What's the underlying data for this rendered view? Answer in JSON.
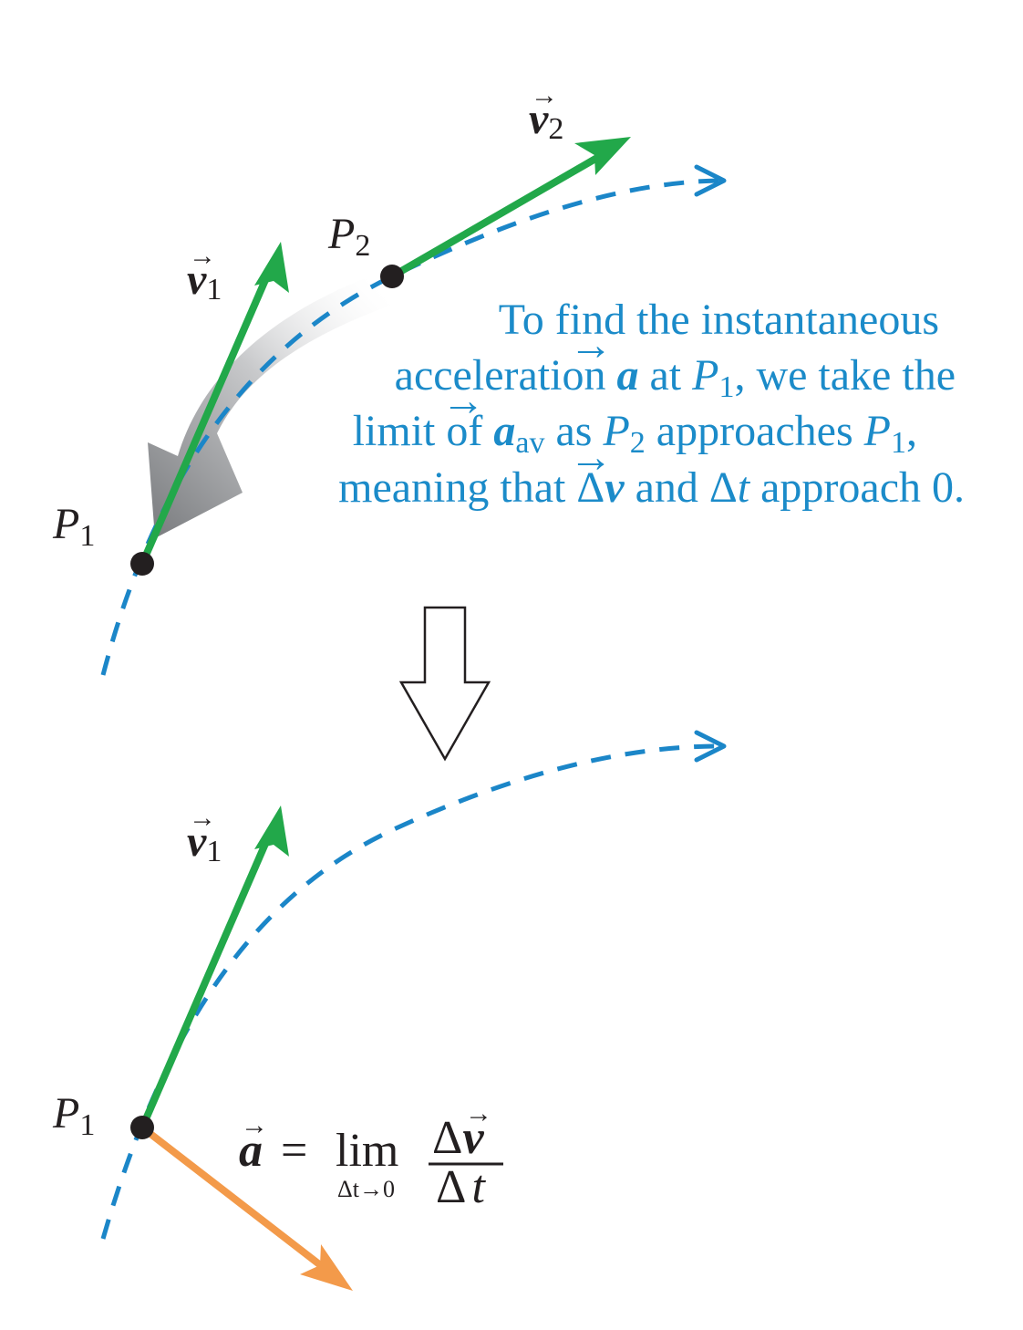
{
  "colors": {
    "velocity": "#22a84a",
    "acceleration": "#f39a4a",
    "path": "#1b86c8",
    "caption": "#1b8bc9",
    "point": "#231f20"
  },
  "top": {
    "v1_label": {
      "sym": "v",
      "sub": "1"
    },
    "v2_label": {
      "sym": "v",
      "sub": "2"
    },
    "p1_label": {
      "sym": "P",
      "sub": "1"
    },
    "p2_label": {
      "sym": "P",
      "sub": "2"
    },
    "caption": {
      "line1": "To find the instantaneous",
      "line2_a": "acceleration ",
      "line2_b": "a",
      "line2_c": " at ",
      "line2_d": "P",
      "line2_e": "1",
      "line2_f": ", we take the",
      "line3_a": "limit of ",
      "line3_b": "a",
      "line3_c": "av",
      "line3_d": " as ",
      "line3_e": "P",
      "line3_f": "2",
      "line3_g": " approaches ",
      "line3_h": "P",
      "line3_i": "1",
      "line3_j": ",",
      "line4_a": "meaning that ",
      "line4_b": "Δ",
      "line4_c": "v",
      "line4_d": " and ",
      "line4_e": "Δ",
      "line4_f": "t",
      "line4_g": " approach 0."
    }
  },
  "bottom": {
    "v1_label": {
      "sym": "v",
      "sub": "1"
    },
    "p1_label": {
      "sym": "P",
      "sub": "1"
    },
    "formula": {
      "lhs": "a",
      "equals": "=",
      "lim": "lim",
      "lim_sub": "Δt→0",
      "num_delta": "Δ",
      "num_sym": "v",
      "den_delta": "Δ",
      "den_sym": "t"
    }
  }
}
